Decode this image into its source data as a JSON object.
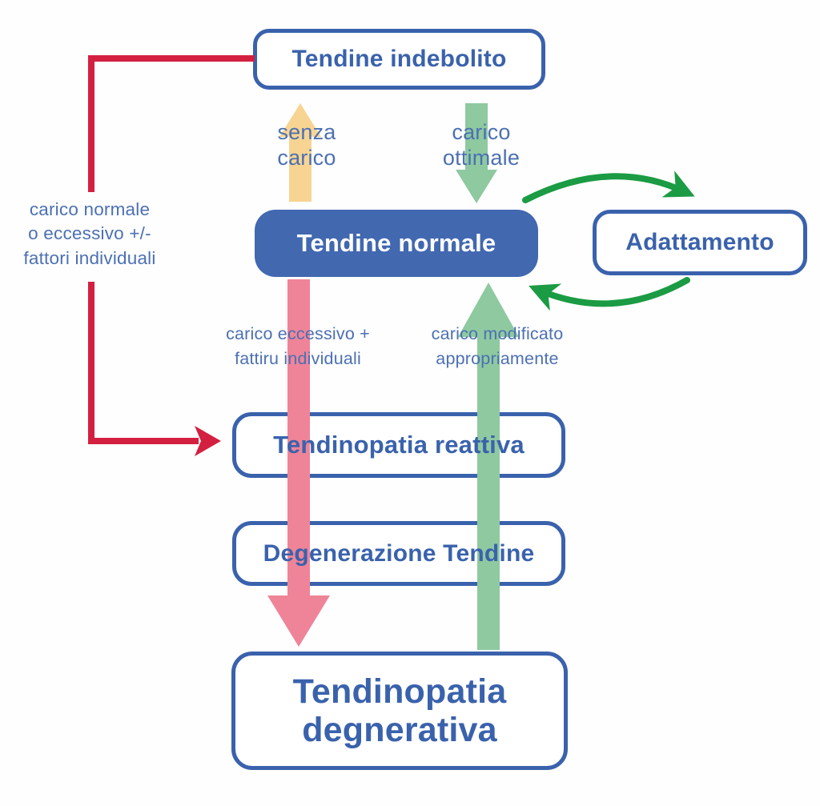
{
  "diagram": {
    "language": "it",
    "topic": "Tendinopathy continuum flowchart"
  },
  "boxes": {
    "tendine_indebolito": {
      "label": "Tendine indebolito"
    },
    "tendine_normale": {
      "label": "Tendine normale"
    },
    "adattamento": {
      "label": "Adattamento"
    },
    "tendinopatia_reattiva": {
      "label": "Tendinopatia reattiva"
    },
    "degenerazione_tendine": {
      "label": "Degenerazione Tendine"
    },
    "tendinopatia_degnerativa": {
      "label": "Tendinopatia\ndegnerativa"
    }
  },
  "arrow_labels": {
    "senza_carico": "senza\ncarico",
    "carico_ottimale": "carico\nottimale",
    "carico_normale_o_eccessivo": "carico normale\no eccessivo +/-\nfattori individuali",
    "carico_eccessivo": "carico eccessivo +\nfattiru individuali",
    "carico_modificato": "carico modificato\nappropriamente"
  },
  "arrows": {
    "senza_carico_up": {
      "description": "yellow arrow up from Tendine normale to Tendine indebolito",
      "color": "#f7d492"
    },
    "carico_ottimale_down": {
      "description": "green arrow down from Tendine indebolito to Tendine normale",
      "color": "#8ec9a0"
    },
    "degenerative_down": {
      "description": "pink arrow down from Tendine normale to Tendinopatia degnerativa",
      "color": "#ef8498"
    },
    "recovery_up": {
      "description": "green arrow up from Tendinopatia degnerativa to Tendine normale",
      "color": "#8ec9a0"
    },
    "adaptation_loop": {
      "description": "green circular arrows between Tendine normale and Adattamento",
      "color": "#1b9b43"
    },
    "overload_line": {
      "description": "red elbow connector from Tendine indebolito to Tendinopatia reattiva",
      "color": "#d42040"
    }
  },
  "colors": {
    "box_border": "#3a62ac",
    "box_text": "#3a62ac",
    "filled_box_bg": "#4268b0",
    "filled_box_text": "#ffffff",
    "label_text": "#4c70b3",
    "background": "#fefefe"
  }
}
